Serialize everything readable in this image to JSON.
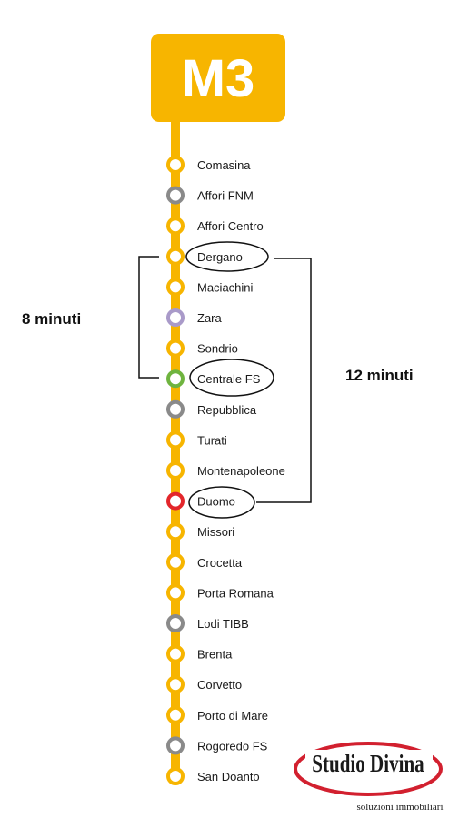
{
  "line": {
    "badge": "M3",
    "color": "#f7b500"
  },
  "stations": [
    {
      "name": "Comasina",
      "type": "regular",
      "highlight": false
    },
    {
      "name": "Affori FNM",
      "type": "interchange-rail",
      "highlight": false
    },
    {
      "name": "Affori Centro",
      "type": "regular",
      "highlight": false
    },
    {
      "name": "Dergano",
      "type": "regular",
      "highlight": true
    },
    {
      "name": "Maciachini",
      "type": "regular",
      "highlight": false
    },
    {
      "name": "Zara",
      "type": "interchange-m5",
      "highlight": false
    },
    {
      "name": "Sondrio",
      "type": "regular",
      "highlight": false
    },
    {
      "name": "Centrale FS",
      "type": "interchange-m2",
      "highlight": true
    },
    {
      "name": "Repubblica",
      "type": "interchange-rail",
      "highlight": false
    },
    {
      "name": "Turati",
      "type": "regular",
      "highlight": false
    },
    {
      "name": "Montenapoleone",
      "type": "regular",
      "highlight": false
    },
    {
      "name": "Duomo",
      "type": "interchange-m1",
      "highlight": true
    },
    {
      "name": "Missori",
      "type": "regular",
      "highlight": false
    },
    {
      "name": "Crocetta",
      "type": "regular",
      "highlight": false
    },
    {
      "name": "Porta Romana",
      "type": "regular",
      "highlight": false
    },
    {
      "name": "Lodi TIBB",
      "type": "interchange-rail",
      "highlight": false
    },
    {
      "name": "Brenta",
      "type": "regular",
      "highlight": false
    },
    {
      "name": "Corvetto",
      "type": "regular",
      "highlight": false
    },
    {
      "name": "Porto di Mare",
      "type": "regular",
      "highlight": false
    },
    {
      "name": "Rogoredo FS",
      "type": "interchange-rail",
      "highlight": false
    },
    {
      "name": "San Doanto",
      "type": "regular",
      "highlight": false
    }
  ],
  "stop_colors": {
    "regular": "#f7b500",
    "interchange-rail": "#8a8a8a",
    "interchange-m5": "#a99ac9",
    "interchange-m2": "#6fb43f",
    "interchange-m1": "#e3262b"
  },
  "annotations": {
    "short_trip": {
      "label": "8 minuti",
      "from": "Dergano",
      "to": "Centrale FS"
    },
    "long_trip": {
      "label": "12 minuti",
      "from": "Dergano",
      "to": "Duomo"
    }
  },
  "logo": {
    "name": "Studio Divina",
    "tagline": "soluzioni immobiliari",
    "ring_color": "#d2202f"
  }
}
